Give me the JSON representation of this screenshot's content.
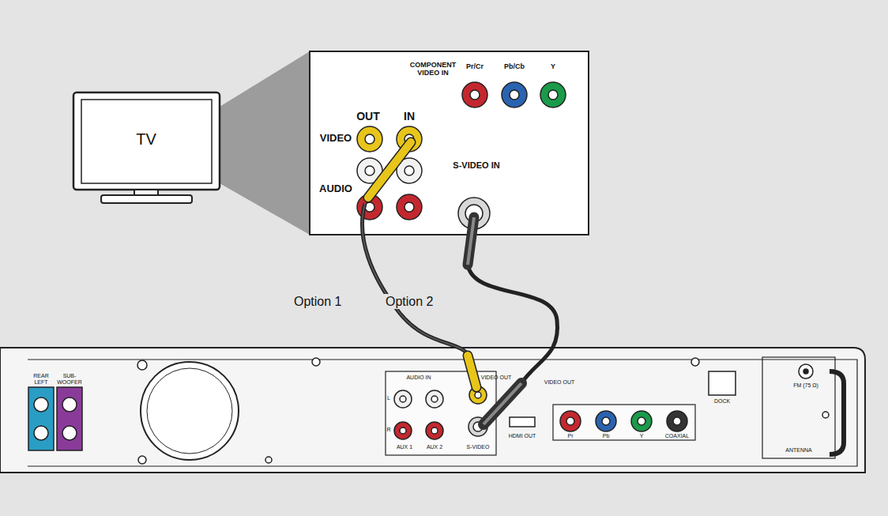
{
  "diagram": {
    "nodes": [
      {
        "text": [
          "TV"
        ]
      },
      {
        "text": [
          "COMPONENT VIDEO IN",
          "Pr/Cr",
          "Pb/Cb",
          "Y",
          "OUT",
          "IN",
          "VIDEO",
          "AUDIO",
          "S-VIDEO IN"
        ]
      },
      {
        "text": [
          "REAR LEFT",
          "SUB-WOOFER",
          "AUDIO IN",
          "VIDEO OUT",
          "L",
          "R",
          "AUX 1",
          "AUX 2",
          "S-VIDEO",
          "HDMI OUT",
          "Pr",
          "Pb",
          "Y",
          "COAXIAL",
          "VIDEO OUT",
          "DOCK",
          "FM (75 Ω)",
          "ANTENNA"
        ]
      }
    ],
    "labels": [
      "Option 1",
      "Option 2"
    ]
  }
}
